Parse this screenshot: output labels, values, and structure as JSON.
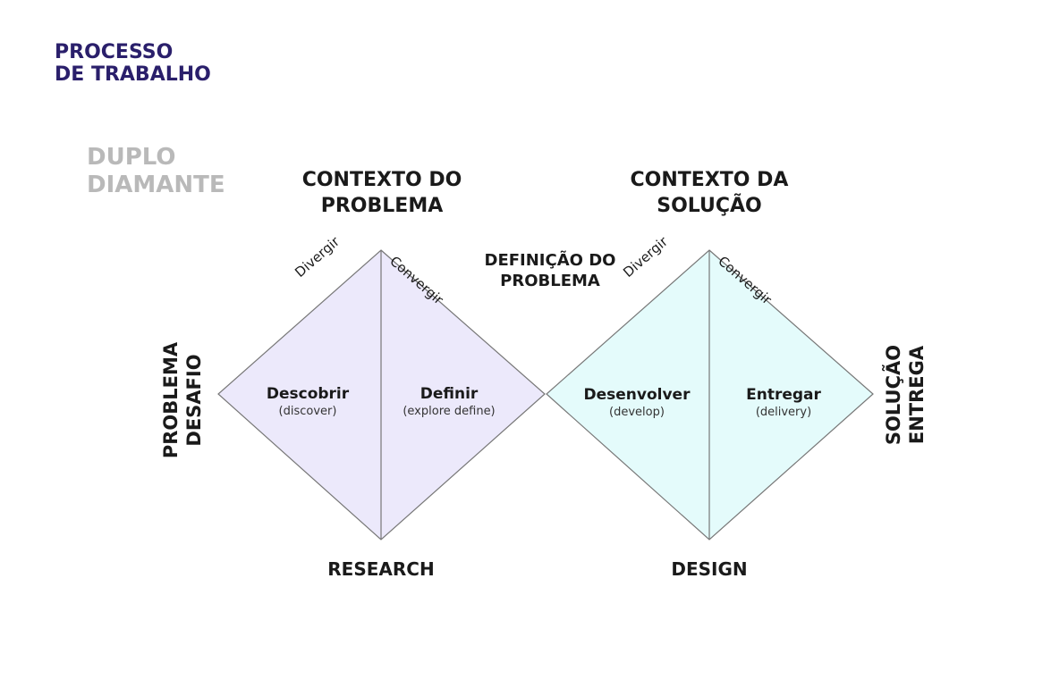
{
  "header": {
    "title_line1": "PROCESSO",
    "title_line2": "DE TRABALHO"
  },
  "diagram": {
    "label_line1": "DUPLO",
    "label_line2": "DIAMANTE"
  },
  "contexts": {
    "problem": {
      "line1": "CONTEXTO DO",
      "line2": "PROBLEMA"
    },
    "solution": {
      "line1": "CONTEXTO DA",
      "line2": "SOLUÇÃO"
    }
  },
  "center_label": {
    "line1": "DEFINIÇÃO DO",
    "line2": "PROBLEMA"
  },
  "left_side": {
    "line1": "PROBLEMA",
    "line2": "DESAFIO"
  },
  "right_side": {
    "line1": "SOLUÇÃO",
    "line2": "ENTREGA"
  },
  "edges": {
    "diverge": "Divergir",
    "converge": "Convergir"
  },
  "stages": [
    {
      "name": "Descobrir",
      "sub": "(discover)"
    },
    {
      "name": "Definir",
      "sub": "(explore define)"
    },
    {
      "name": "Desenvolver",
      "sub": "(develop)"
    },
    {
      "name": "Entregar",
      "sub": "(delivery)"
    }
  ],
  "phases": {
    "left": "RESEARCH",
    "right": "DESIGN"
  },
  "colors": {
    "title": "#2a1f6b",
    "diamond_left_fill": "#ece9fb",
    "diamond_right_fill": "#e4fbfb",
    "diamond_stroke": "#777777"
  }
}
